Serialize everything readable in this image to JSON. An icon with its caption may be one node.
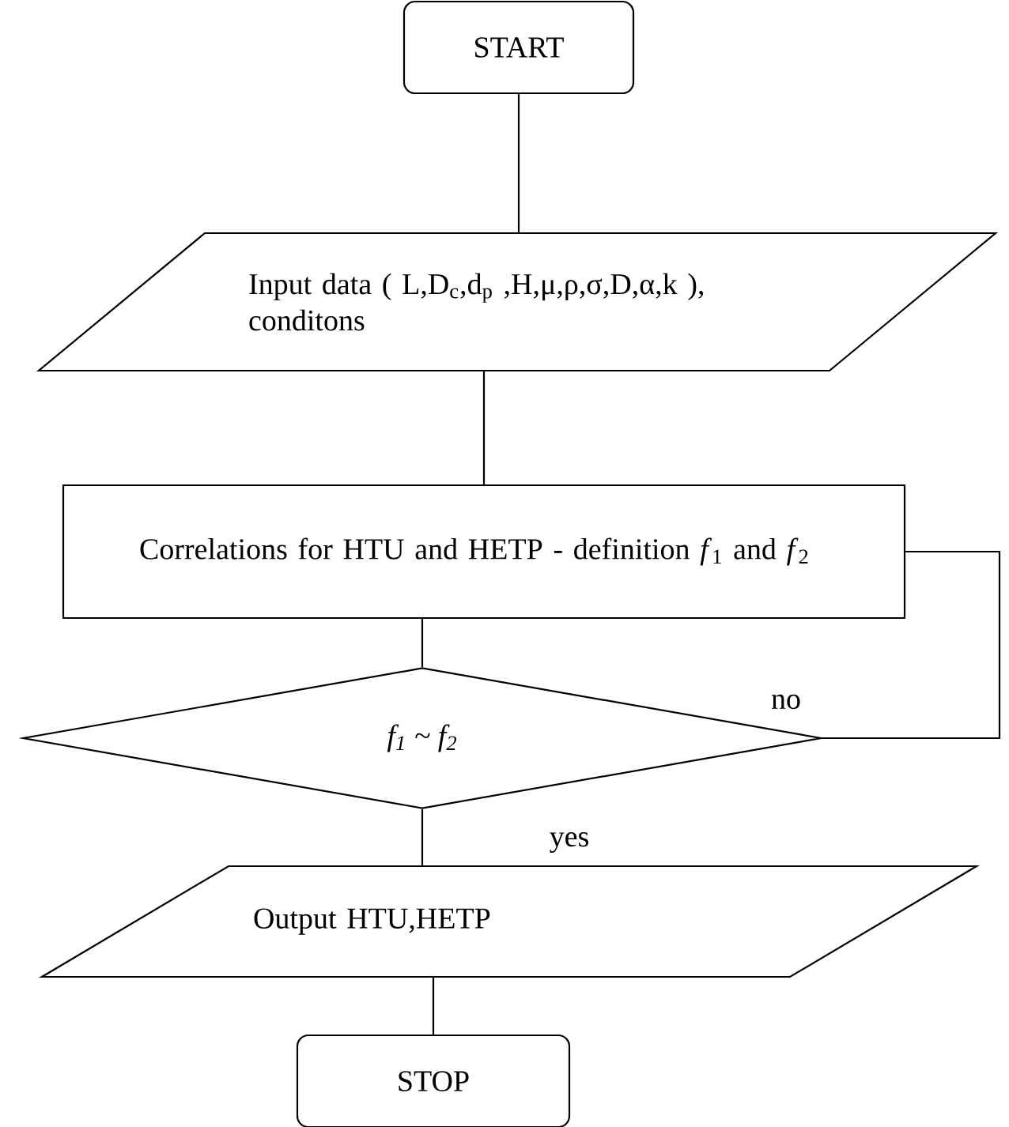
{
  "diagram": {
    "nodes": [
      {
        "text": [
          "START"
        ]
      },
      {
        "text": [
          "Input data ( L,D$_{c}$,d$_{p}$ ,H,μ,ρ,σ,D,α,k ), conditons"
        ]
      },
      {
        "text": [
          "Correlations for HTU and HETP - definition *f*$_{1}$ and *f*$_{2}$"
        ]
      },
      {
        "text": [
          "f$_{1}$ ~ f$_{2}$"
        ]
      },
      {
        "text": [
          "Output HTU,HETP"
        ]
      },
      {
        "text": [
          "STOP"
        ]
      }
    ],
    "edges": [
      {
        "from": 0,
        "to": 1,
        "arrow": "none"
      },
      {
        "from": 1,
        "to": 2,
        "arrow": "none"
      },
      {
        "from": 2,
        "to": 3,
        "arrow": "none"
      },
      {
        "from": 3,
        "to": 2,
        "arrow": "none",
        "label": "no"
      },
      {
        "from": 3,
        "to": 4,
        "arrow": "none",
        "label": "yes"
      },
      {
        "from": 4,
        "to": 5,
        "arrow": "none"
      }
    ]
  }
}
